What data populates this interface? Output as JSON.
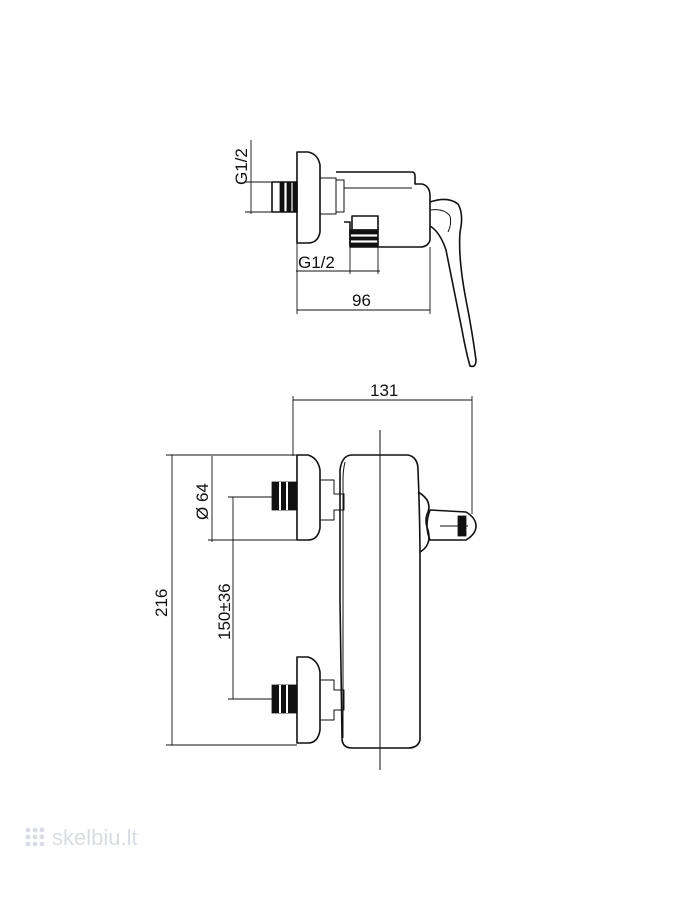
{
  "side_view": {
    "thread_top_label": "G1/2",
    "thread_bottom_label": "G1/2",
    "depth_label": "96"
  },
  "front_view": {
    "width_label": "131",
    "height_label": "216",
    "diameter_label": "Ø 64",
    "spacing_label": "150±36"
  },
  "watermark": {
    "text": "skelbiu.lt"
  },
  "colors": {
    "line": "#111111",
    "background": "#ffffff",
    "watermark": "#d9dde3"
  }
}
